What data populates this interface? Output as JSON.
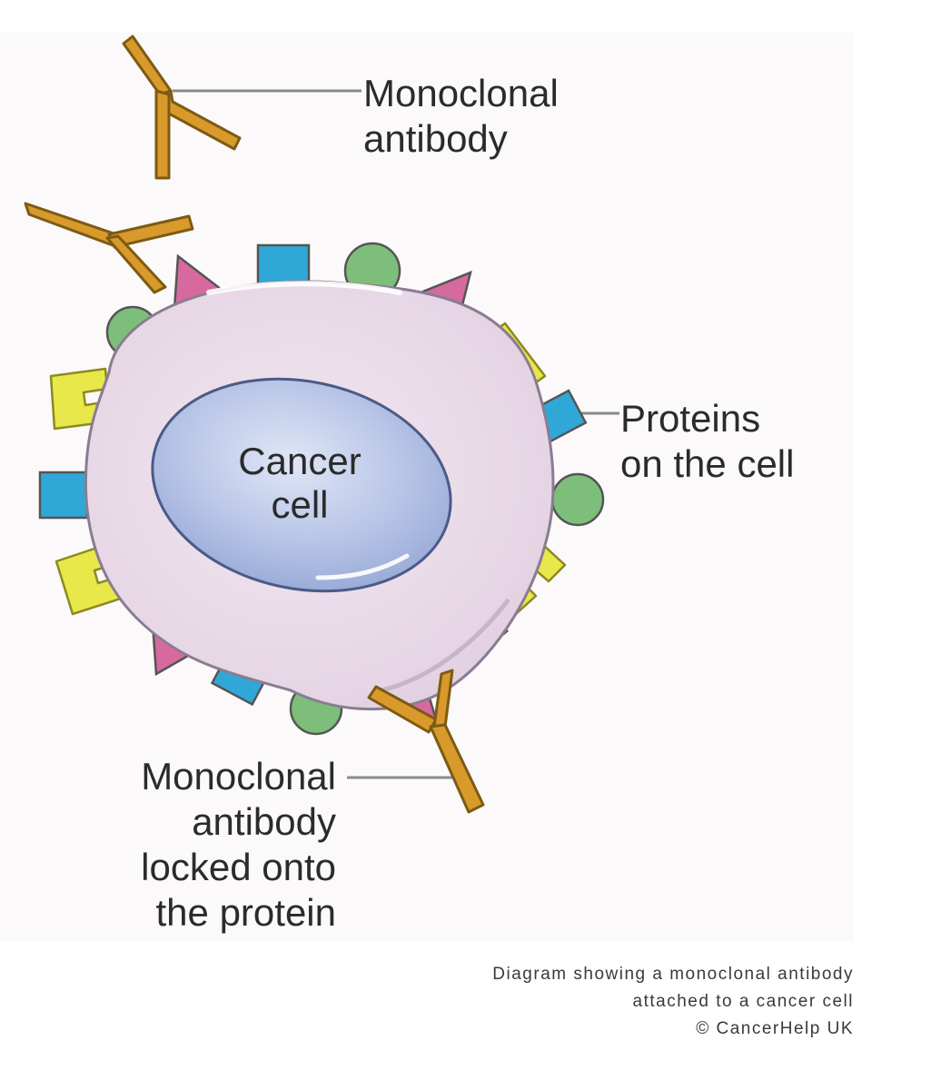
{
  "labels": {
    "monoclonal_top": [
      "Monoclonal",
      "antibody"
    ],
    "proteins": [
      "Proteins",
      "on the cell"
    ],
    "nucleus": [
      "Cancer",
      "cell"
    ],
    "monoclonal_locked": [
      "Monoclonal",
      "antibody",
      "locked onto",
      "the protein"
    ]
  },
  "caption": [
    "Diagram showing a monoclonal antibody",
    "attached to a cancer cell",
    "© CancerHelp UK"
  ],
  "colors": {
    "antibody": "#d99a2c",
    "cell_membrane": "#e9dbe8",
    "nucleus": "#a9b8df",
    "protein_pink": "#d66a9e",
    "protein_blue": "#2fa8d8",
    "protein_green": "#7dbf7a",
    "protein_yellow": "#e8e84a"
  }
}
